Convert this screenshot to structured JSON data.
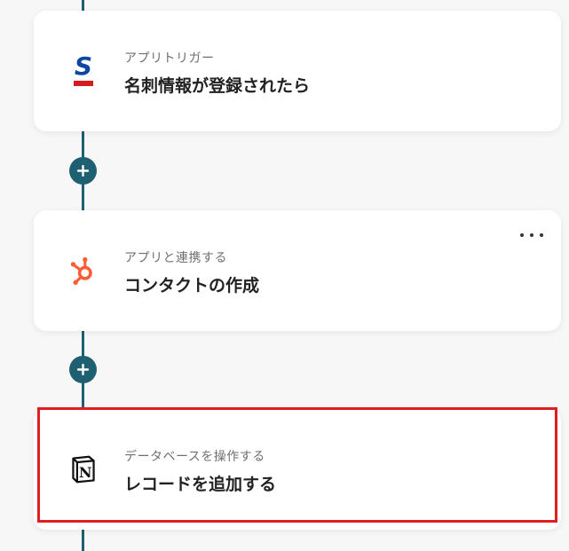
{
  "flow": {
    "steps": [
      {
        "subtitle": "アプリトリガー",
        "title": "名刺情報が登録されたら",
        "icon": "sansan-icon"
      },
      {
        "subtitle": "アプリと連携する",
        "title": "コンタクトの作成",
        "icon": "hubspot-icon"
      },
      {
        "subtitle": "データベースを操作する",
        "title": "レコードを追加する",
        "icon": "notion-icon"
      }
    ]
  },
  "colors": {
    "connector": "#1f5f72",
    "highlight": "#e01e22",
    "sansan_blue": "#0d47a1",
    "sansan_red": "#d71920",
    "hubspot_orange": "#ff5c35"
  }
}
